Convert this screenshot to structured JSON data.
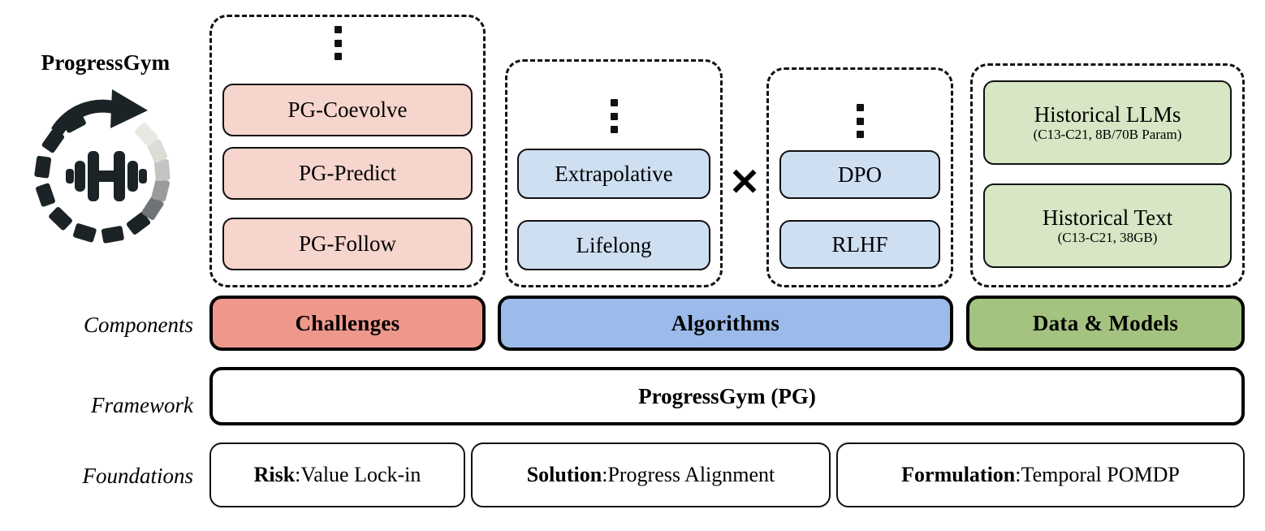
{
  "brand": {
    "title": "ProgressGym",
    "logo_icon": "progressgym-circular-arrow-dumbbell-logo"
  },
  "row_labels": {
    "components": "Components",
    "framework": "Framework",
    "foundations": "Foundations"
  },
  "ellipsis_glyph": "vertical-ellipsis",
  "operator": {
    "multiply": "✕"
  },
  "challenges": {
    "items": [
      {
        "label": "PG-Coevolve"
      },
      {
        "label": "PG-Predict"
      },
      {
        "label": "PG-Follow"
      }
    ]
  },
  "algorithms": {
    "paradigms": [
      {
        "label": "Extrapolative"
      },
      {
        "label": "Lifelong"
      }
    ],
    "methods": [
      {
        "label": "DPO"
      },
      {
        "label": "RLHF"
      }
    ]
  },
  "data_models": {
    "items": [
      {
        "label": "Historical LLMs",
        "sub": "(C13-C21, 8B/70B Param)"
      },
      {
        "label": "Historical Text",
        "sub": "(C13-C21, 38GB)"
      }
    ]
  },
  "components": [
    {
      "label": "Challenges",
      "color": "#EE988B"
    },
    {
      "label": "Algorithms",
      "color": "#9CBBEA"
    },
    {
      "label": "Data & Models",
      "color": "#A4C280"
    }
  ],
  "framework": {
    "label": "ProgressGym (PG)"
  },
  "foundations": [
    {
      "key": "Risk",
      "sep": ": ",
      "value": "Value Lock-in"
    },
    {
      "key": "Solution",
      "sep": ": ",
      "value": "Progress Alignment"
    },
    {
      "key": "Formulation",
      "sep": ": ",
      "value": "Temporal POMDP"
    }
  ],
  "palette": {
    "pink_light": "#F6D5CC",
    "salmon": "#EE988B",
    "blue_light": "#CEDFF2",
    "blue": "#9CBBEA",
    "green_light": "#D7E6C4",
    "green": "#A4C280",
    "outline": "#111111"
  }
}
